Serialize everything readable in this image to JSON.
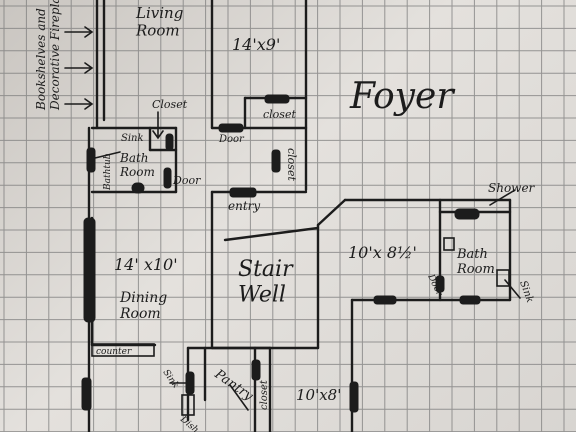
{
  "labels": {
    "living_room": "Living\nRoom",
    "bedroom_dim": "14'x9'",
    "foyer": "Foyer",
    "bookshelves": "Bookshelves and\nDecorative Fireplace",
    "closet_top": "Closet",
    "sink_top": "Sink",
    "bathtub": "Bathtub",
    "bath_room_left": "Bath\nRoom",
    "door_left": "Door",
    "closet_hall": "closet",
    "door_hall": "Door",
    "closet_vertical": "closet",
    "entry": "entry",
    "dining_dim": "14' x10'",
    "dining_room": "Dining\nRoom",
    "counter": "counter",
    "stairwell": "Stair\nWell",
    "right_dim": "10'x 8½'",
    "shower": "Shower",
    "bath_room_right": "Bath\nRoom",
    "door_right": "Door",
    "sink_right": "Sink",
    "sink_bottom": "Sink",
    "pantry": "Pantry",
    "closet_bottom": "closet",
    "dim_bottom": "10'x8'",
    "dish": "Dish"
  },
  "colors": {
    "paper": "#dedbd7",
    "grid": "#7b7b7b",
    "ink": "#1c1c1c"
  }
}
